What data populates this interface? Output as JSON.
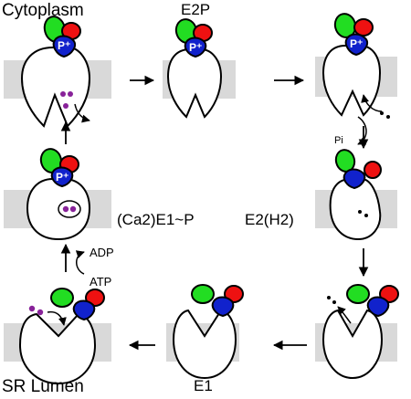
{
  "labels": {
    "cytoplasm": "Cytoplasm",
    "sr_lumen": "SR Lumen",
    "e2p": "E2P",
    "e1": "E1",
    "e2h2": "E2(H2)",
    "ca2e1p": "(Ca2)E1~P",
    "adp": "ADP",
    "atp": "ATP",
    "pi": "Pi",
    "phospho": "P⁺"
  },
  "colors": {
    "membrane": "#d9d9d9",
    "domain_n": "#22dd22",
    "domain_a": "#ee1111",
    "domain_p": "#1122cc",
    "calcium": "#882299",
    "outline": "#000000"
  }
}
